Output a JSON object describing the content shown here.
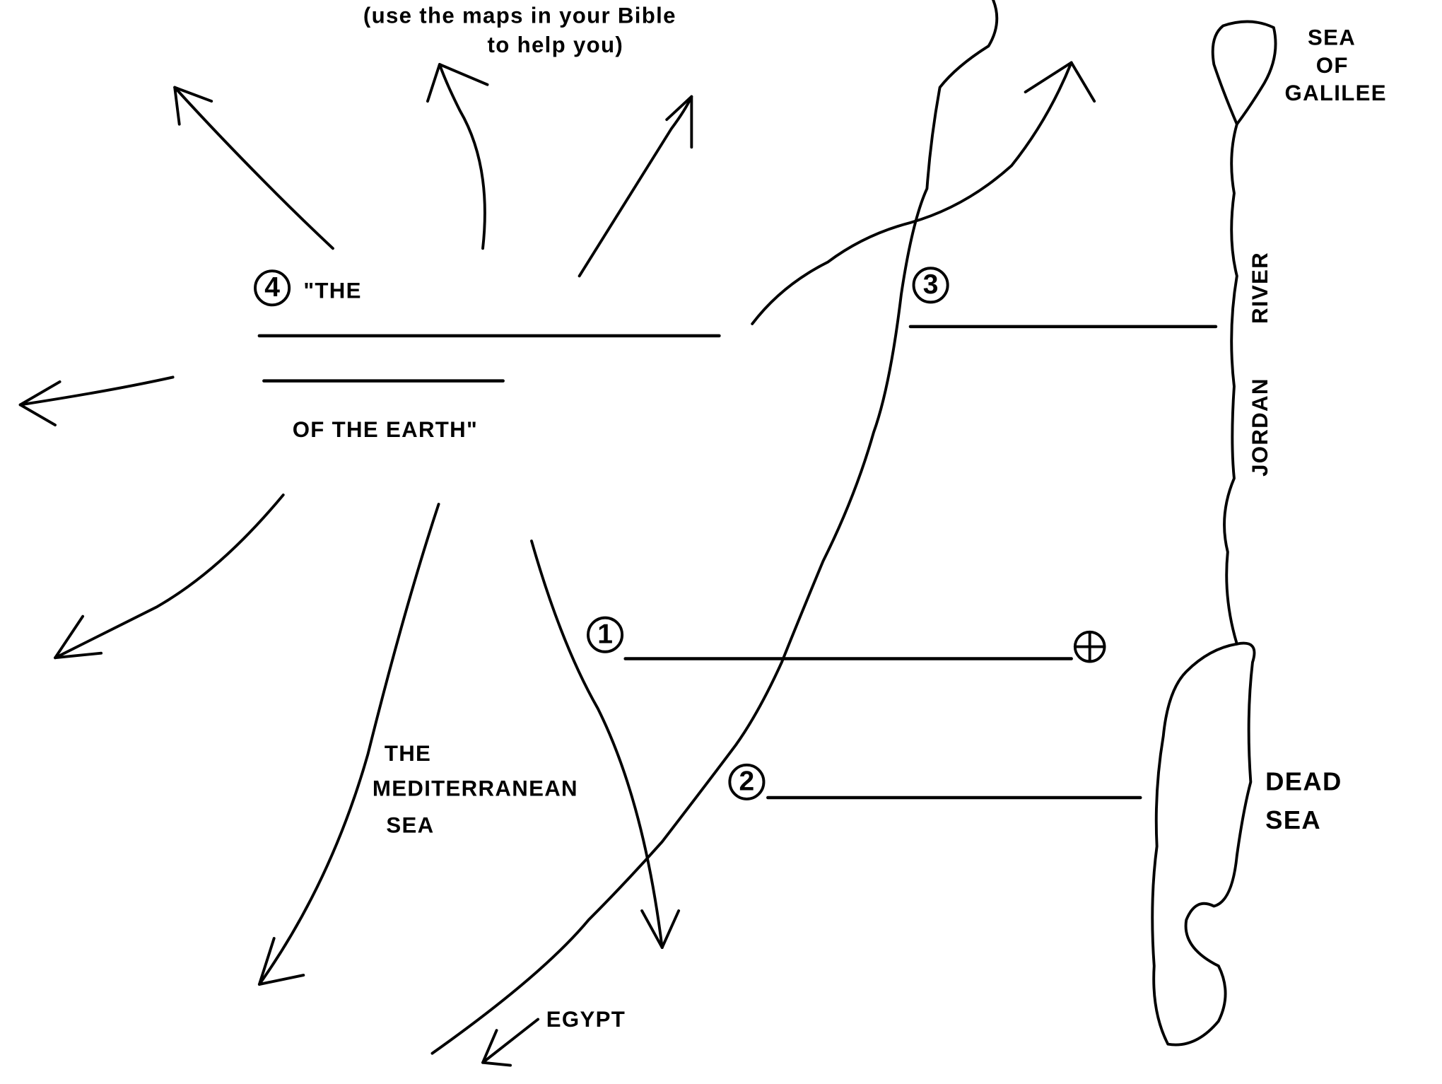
{
  "instructions": {
    "line1": "(use the maps in your Bible",
    "line2": "to help you)"
  },
  "blanks": [
    {
      "number": "1",
      "label": ""
    },
    {
      "number": "2",
      "label": ""
    },
    {
      "number": "3",
      "label": ""
    },
    {
      "number": "4",
      "prefix": "\"THE",
      "suffix": "OF THE  EARTH\""
    }
  ],
  "labels": {
    "sea_of_galilee": [
      "SEA",
      "OF",
      "GALILEE"
    ],
    "river": "RIVER",
    "jordan": "JORDAN",
    "dead_sea": [
      "DEAD",
      "SEA"
    ],
    "mediterranean": [
      "THE",
      "MEDITERRANEAN",
      "SEA"
    ],
    "egypt": "EGYPT"
  },
  "icons": {
    "city_marker": "circle-cross-icon"
  }
}
